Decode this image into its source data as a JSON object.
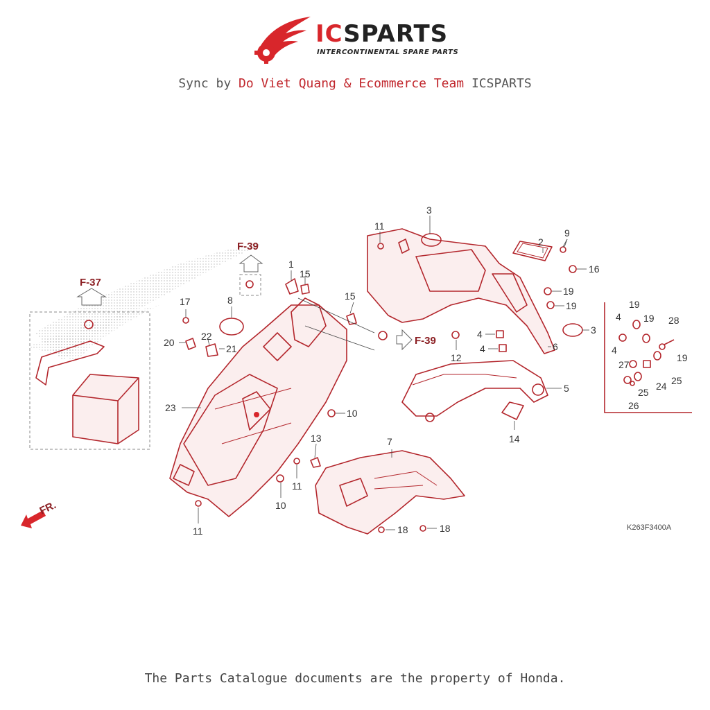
{
  "brand": {
    "name_prefix": "IC",
    "name_suffix": "SPARTS",
    "tagline": "INTERCONTINENTAL SPARE PARTS"
  },
  "sync": {
    "prefix": "Sync by ",
    "author": "Do Viet Quang & Ecommerce Team",
    "suffix": " ICSPARTS"
  },
  "diagram": {
    "refs": {
      "f37": "F-37",
      "f39_top": "F-39",
      "f39_right": "F-39",
      "front": "FR."
    },
    "code": "K263F3400A",
    "labels": {
      "l1": "1",
      "l2": "2",
      "l3a": "3",
      "l3b": "3",
      "l4a": "4",
      "l4b": "4",
      "l4c": "4",
      "l4d": "4",
      "l5": "5",
      "l6": "6",
      "l7": "7",
      "l8": "8",
      "l9": "9",
      "l10a": "10",
      "l10b": "10",
      "l11a": "11",
      "l11b": "11",
      "l11c": "11",
      "l12": "12",
      "l13": "13",
      "l14": "14",
      "l15a": "15",
      "l15b": "15",
      "l16": "16",
      "l17": "17",
      "l18a": "18",
      "l18b": "18",
      "l19a": "19",
      "l19b": "19",
      "l19c": "19",
      "l19d": "19",
      "l19e": "19",
      "l20": "20",
      "l21": "21",
      "l22": "22",
      "l23": "23",
      "l24": "24",
      "l25a": "25",
      "l25b": "25",
      "l26": "26",
      "l27": "27",
      "l28": "28"
    }
  },
  "footer": {
    "text": "The Parts Catalogue documents are the property of Honda."
  },
  "colors": {
    "accent": "#d8262b",
    "line": "#b3262c",
    "text": "#333333"
  }
}
